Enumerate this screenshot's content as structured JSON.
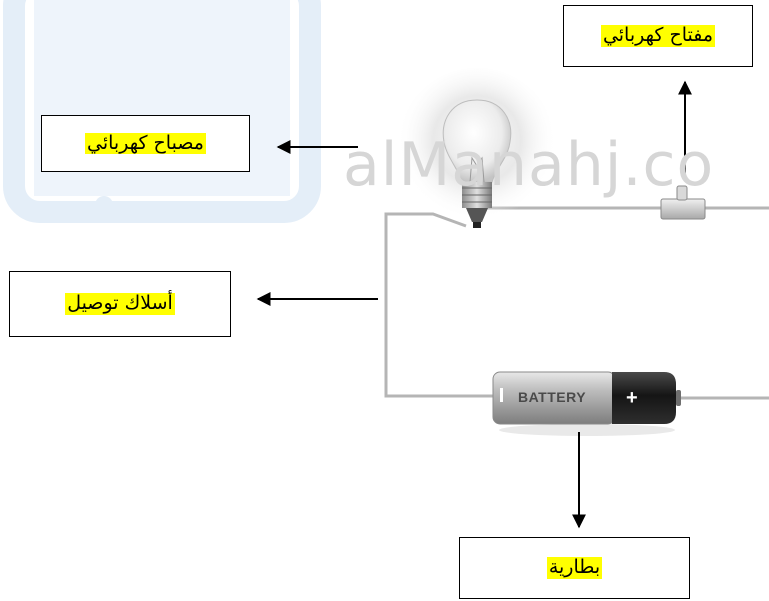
{
  "watermark": "alManahj.co",
  "labels": {
    "switch": "مفتاح كهربائي",
    "lamp": "مصباح كهربائي",
    "wires": "أسلاك توصيل",
    "battery": "بطارية"
  },
  "battery": {
    "brand_text": "BATTERY",
    "plus": "+"
  },
  "colors": {
    "highlight": "#ffff00",
    "wire": "#b5b5b5",
    "watermark": "#d6d6d6",
    "watermark_tablet": "#dde9f5"
  }
}
